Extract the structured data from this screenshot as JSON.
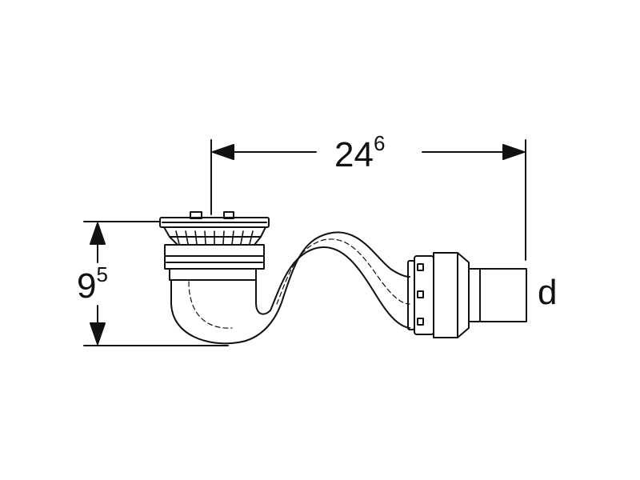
{
  "dimensions": {
    "length": {
      "main": "24",
      "sup": "6"
    },
    "height": {
      "main": "9",
      "sup": "5"
    },
    "diameter": {
      "label": "d"
    }
  },
  "colors": {
    "stroke": "#111111",
    "background": "#ffffff"
  }
}
